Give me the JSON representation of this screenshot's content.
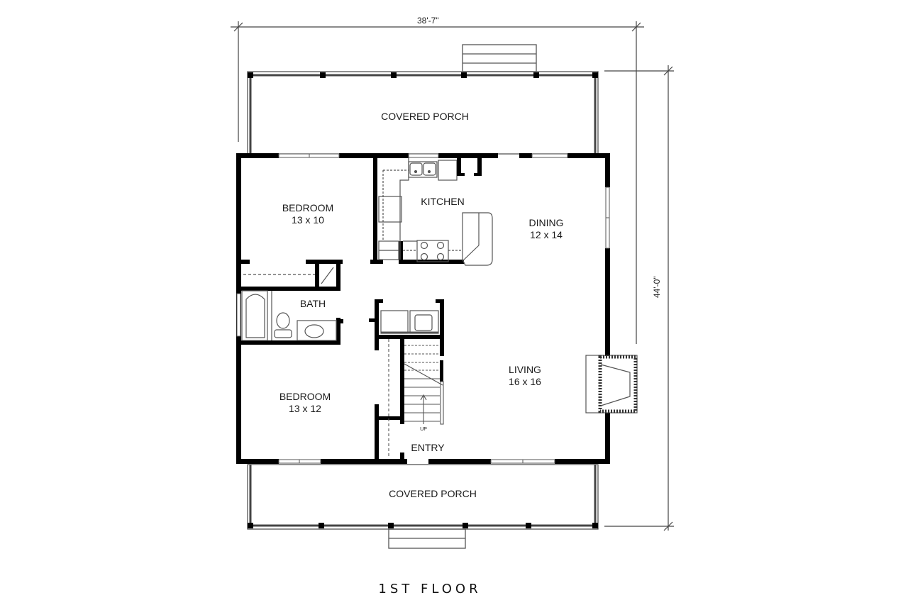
{
  "plan": {
    "title": "1ST FLOOR",
    "dimensions": {
      "width": "38'-7\"",
      "depth": "44'-0\""
    },
    "rooms": {
      "porch_rear": {
        "name": "COVERED PORCH"
      },
      "bedroom1": {
        "name": "BEDROOM",
        "size": "13 x 10"
      },
      "kitchen": {
        "name": "KITCHEN"
      },
      "dining": {
        "name": "DINING",
        "size": "12 x 14"
      },
      "bath": {
        "name": "BATH"
      },
      "living": {
        "name": "LIVING",
        "size": "16 x 16"
      },
      "bedroom2": {
        "name": "BEDROOM",
        "size": "13 x 12"
      },
      "entry": {
        "name": "ENTRY"
      },
      "porch_front": {
        "name": "COVERED PORCH"
      }
    },
    "stair_label": "UP",
    "colors": {
      "wall": "#000000",
      "line": "#555555",
      "background": "#ffffff"
    }
  }
}
